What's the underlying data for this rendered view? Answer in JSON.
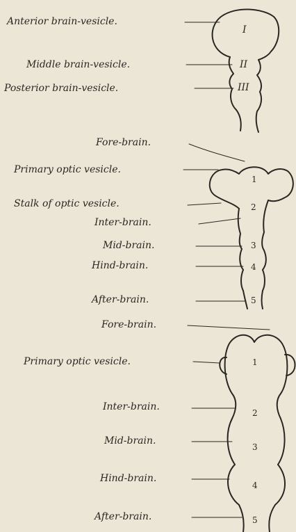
{
  "colors": {
    "paper": "#ebe6d6",
    "ink": "#2a2722"
  },
  "stage1": {
    "labels": {
      "anterior": "Anterior brain-vesicle.",
      "middle": "Middle brain-vesicle.",
      "posterior": "Posterior brain-vesicle."
    },
    "numerals": {
      "first": "I",
      "second": "II",
      "third": "III"
    }
  },
  "stage2": {
    "labels": {
      "fore_brain": "Fore-brain.",
      "primary_optic_vesicle": "Primary optic vesicle.",
      "stalk_of_optic_vesicle": "Stalk of optic vesicle.",
      "inter_brain": "Inter-brain.",
      "mid_brain": "Mid-brain.",
      "hind_brain": "Hind-brain.",
      "after_brain": "After-brain."
    },
    "numerals": [
      "1",
      "2",
      "3",
      "4",
      "5"
    ]
  },
  "stage3": {
    "labels": {
      "fore_brain": "Fore-brain.",
      "primary_optic_vesicle": "Primary optic vesicle.",
      "inter_brain": "Inter-brain.",
      "mid_brain": "Mid-brain.",
      "hind_brain": "Hind-brain.",
      "after_brain": "After-brain."
    },
    "numerals": [
      "1",
      "2",
      "3",
      "4",
      "5"
    ]
  }
}
